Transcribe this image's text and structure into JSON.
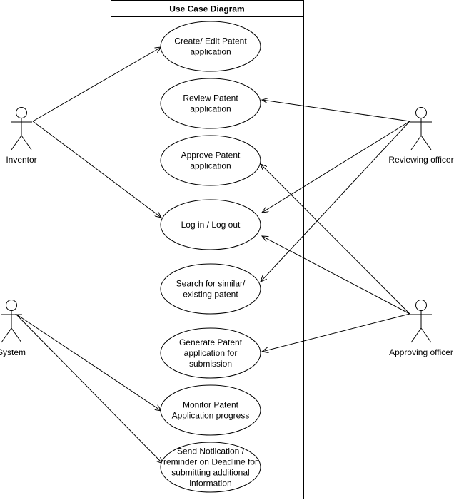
{
  "system_boundary": {
    "title": "Use Case Diagram"
  },
  "actors": [
    {
      "id": "inventor",
      "label": "Inventor"
    },
    {
      "id": "reviewing",
      "label": "Reviewing officer"
    },
    {
      "id": "system",
      "label": "System"
    },
    {
      "id": "approving",
      "label": "Approving officer"
    }
  ],
  "use_cases": [
    {
      "id": "create",
      "lines": [
        "Create/ Edit Patent",
        "application"
      ]
    },
    {
      "id": "review",
      "lines": [
        "Review Patent",
        "application"
      ]
    },
    {
      "id": "approve",
      "lines": [
        "Approve Patent",
        "application"
      ]
    },
    {
      "id": "login",
      "lines": [
        "Log in / Log out"
      ]
    },
    {
      "id": "search",
      "lines": [
        "Search for similar/",
        "existing patent"
      ]
    },
    {
      "id": "generate",
      "lines": [
        "Generate Patent",
        "application for",
        "submission"
      ]
    },
    {
      "id": "monitor",
      "lines": [
        "Monitor Patent",
        "Application progress"
      ]
    },
    {
      "id": "notify",
      "lines": [
        "Send Notiication /",
        "reminder on Deadline for",
        "submitting additional",
        "information"
      ]
    }
  ],
  "associations": [
    {
      "from": "inventor",
      "to": "create"
    },
    {
      "from": "inventor",
      "to": "login"
    },
    {
      "from": "reviewing",
      "to": "review"
    },
    {
      "from": "reviewing",
      "to": "login"
    },
    {
      "from": "reviewing",
      "to": "search"
    },
    {
      "from": "approving",
      "to": "approve"
    },
    {
      "from": "approving",
      "to": "login"
    },
    {
      "from": "approving",
      "to": "generate"
    },
    {
      "from": "system",
      "to": "monitor"
    },
    {
      "from": "system",
      "to": "notify"
    }
  ]
}
